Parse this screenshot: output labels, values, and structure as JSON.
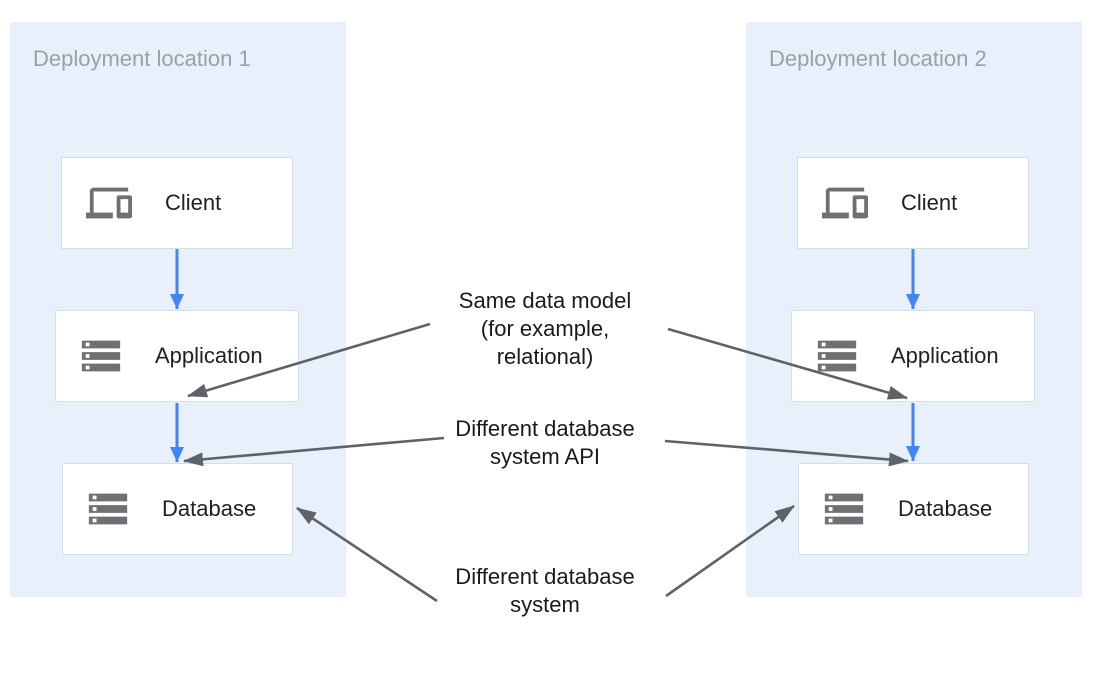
{
  "colors": {
    "panel_bg": "#e8f0fb",
    "panel_title": "#9aa0a6",
    "box_border": "#d9dce1",
    "box_bg": "#ffffff",
    "box_label": "#202124",
    "icon_gray": "#6e7073",
    "arrow_gray": "#5f6368",
    "arrow_blue": "#4285f4",
    "annotation_text": "#1a1a1a",
    "canvas_bg": "#ffffff"
  },
  "panels": [
    {
      "title": "Deployment location 1",
      "nodes": [
        {
          "label": "Client",
          "icon": "devices-icon"
        },
        {
          "label": "Application",
          "icon": "storage-icon"
        },
        {
          "label": "Database",
          "icon": "storage-icon"
        }
      ]
    },
    {
      "title": "Deployment location 2",
      "nodes": [
        {
          "label": "Client",
          "icon": "devices-icon"
        },
        {
          "label": "Application",
          "icon": "storage-icon"
        },
        {
          "label": "Database",
          "icon": "storage-icon"
        }
      ]
    }
  ],
  "annotations": [
    {
      "lines": [
        "Same data model",
        "(for example,",
        "relational)"
      ]
    },
    {
      "lines": [
        "Different database",
        "system API"
      ]
    },
    {
      "lines": [
        "Different database",
        "system"
      ]
    }
  ]
}
